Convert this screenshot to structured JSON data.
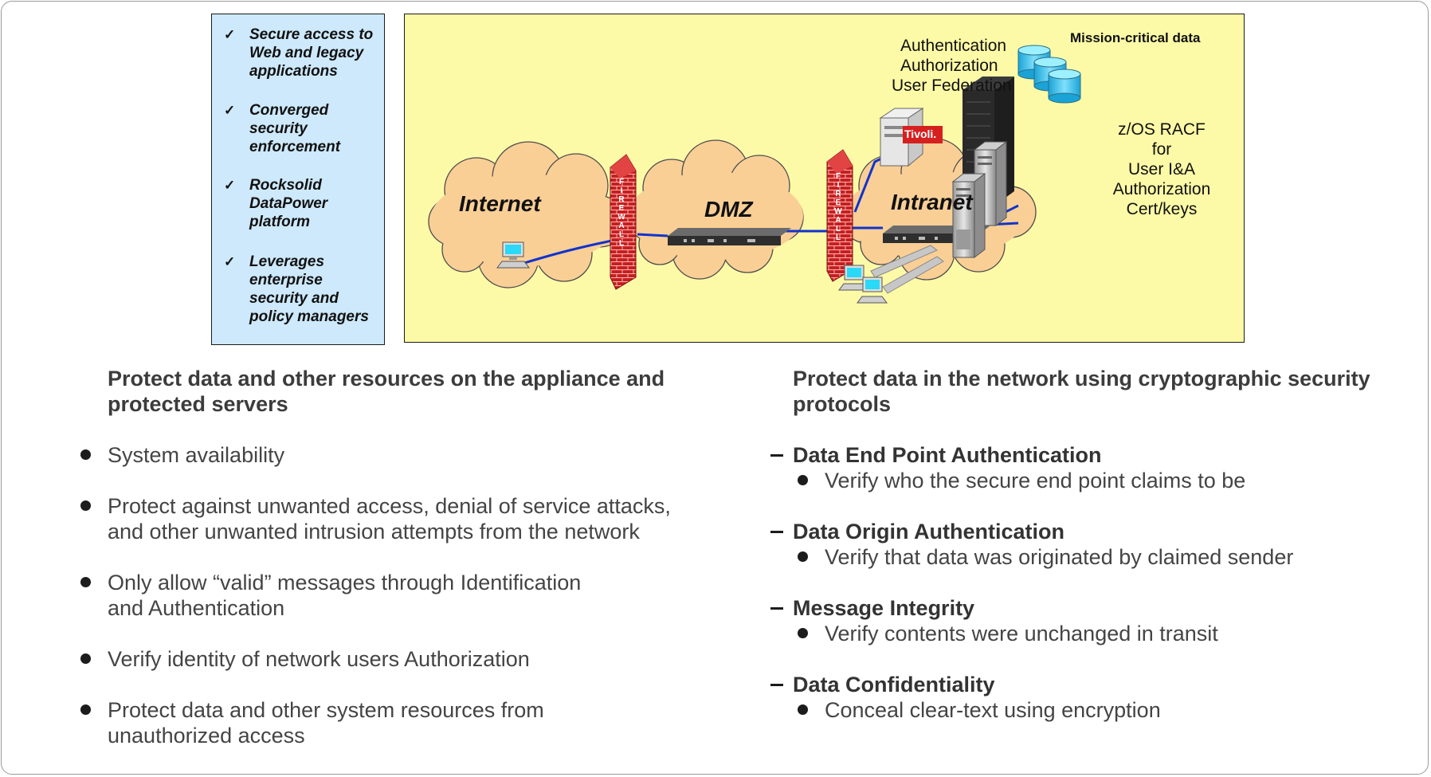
{
  "features": [
    {
      "check": "✓",
      "text": "Secure access to Web and legacy applications"
    },
    {
      "check": "✓",
      "text": "Converged security enforcement"
    },
    {
      "check": "✓",
      "text": "Rocksolid DataPower platform"
    },
    {
      "check": "✓",
      "text": "Leverages enterprise security and policy managers"
    }
  ],
  "diagram": {
    "clouds": [
      "Internet",
      "DMZ",
      "Intranet"
    ],
    "firewall_letters": "FIREWALL",
    "services": [
      "Authentication",
      "Authorization",
      "User Federation"
    ],
    "tivoli": "Tivoli.",
    "mission": "Mission-critical data",
    "racf": [
      "z/OS RACF for",
      "User I&A",
      "Authorization",
      "Cert/keys"
    ]
  },
  "left": {
    "heading": [
      "Protect data and other resources on the appliance and",
      "protected servers"
    ],
    "bullets": [
      [
        "System availability"
      ],
      [
        "Protect against unwanted access, denial of service attacks,",
        "and other unwanted intrusion attempts from the network"
      ],
      [
        "Only allow “valid” messages through Identification",
        "and Authentication"
      ],
      [
        "Verify identity of network users Authorization"
      ],
      [
        "Protect data and other system resources from",
        "unauthorized access"
      ]
    ]
  },
  "right": {
    "heading": [
      "Protect data in the network using cryptographic security",
      "protocols"
    ],
    "items": [
      {
        "title": "Data End Point Authentication",
        "detail": "Verify who the secure end point claims to be"
      },
      {
        "title": "Data Origin Authentication",
        "detail": "Verify that data was originated by claimed sender"
      },
      {
        "title": "Message Integrity",
        "detail": "Verify contents were unchanged in transit"
      },
      {
        "title": "Data Confidentiality",
        "detail": "Conceal clear-text using encryption"
      }
    ]
  },
  "colors": {
    "feature_box": "#cde9fb",
    "diagram_bg": "#fdfaa7",
    "cloud": "#f9cf96",
    "firewall": "#c81e1e",
    "link": "#1133cc",
    "disk": "#34c2ee"
  }
}
